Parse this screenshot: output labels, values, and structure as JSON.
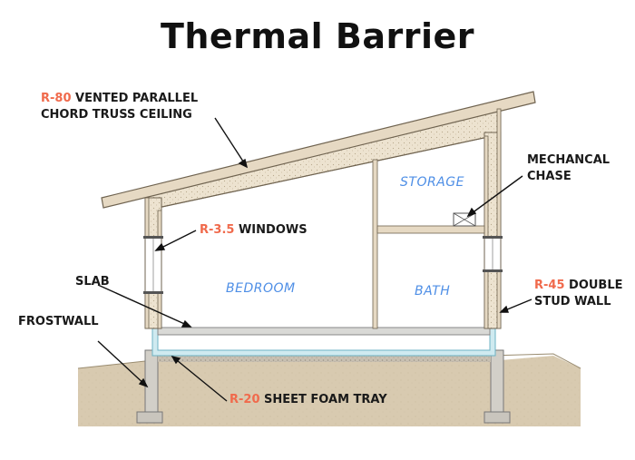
{
  "title": "Thermal Barrier",
  "colors": {
    "r_value": "#f06a4c",
    "room_label": "#4f8fe6",
    "ground": "#d8cab0",
    "wood": "#e6d9c3",
    "insulation": "#ede3d0",
    "slab": "#cfeaf0"
  },
  "callouts": {
    "ceiling": {
      "r_value": "R-80",
      "line1": "VENTED PARALLEL",
      "line2": "CHORD TRUSS CEILING"
    },
    "windows": {
      "r_value": "R-3.5",
      "text": "WINDOWS"
    },
    "mech_chase": {
      "line1": "MECHANCAL",
      "line2": "CHASE"
    },
    "slab": {
      "text": "SLAB"
    },
    "wall": {
      "r_value": "R-45",
      "line1": "DOUBLE",
      "line2": "STUD WALL"
    },
    "frostwall": {
      "text": "FROSTWALL"
    },
    "foam": {
      "r_value": "R-20",
      "text": "SHEET FOAM TRAY"
    }
  },
  "rooms": {
    "storage": "STORAGE",
    "bedroom": "BEDROOM",
    "bath": "BATH"
  }
}
